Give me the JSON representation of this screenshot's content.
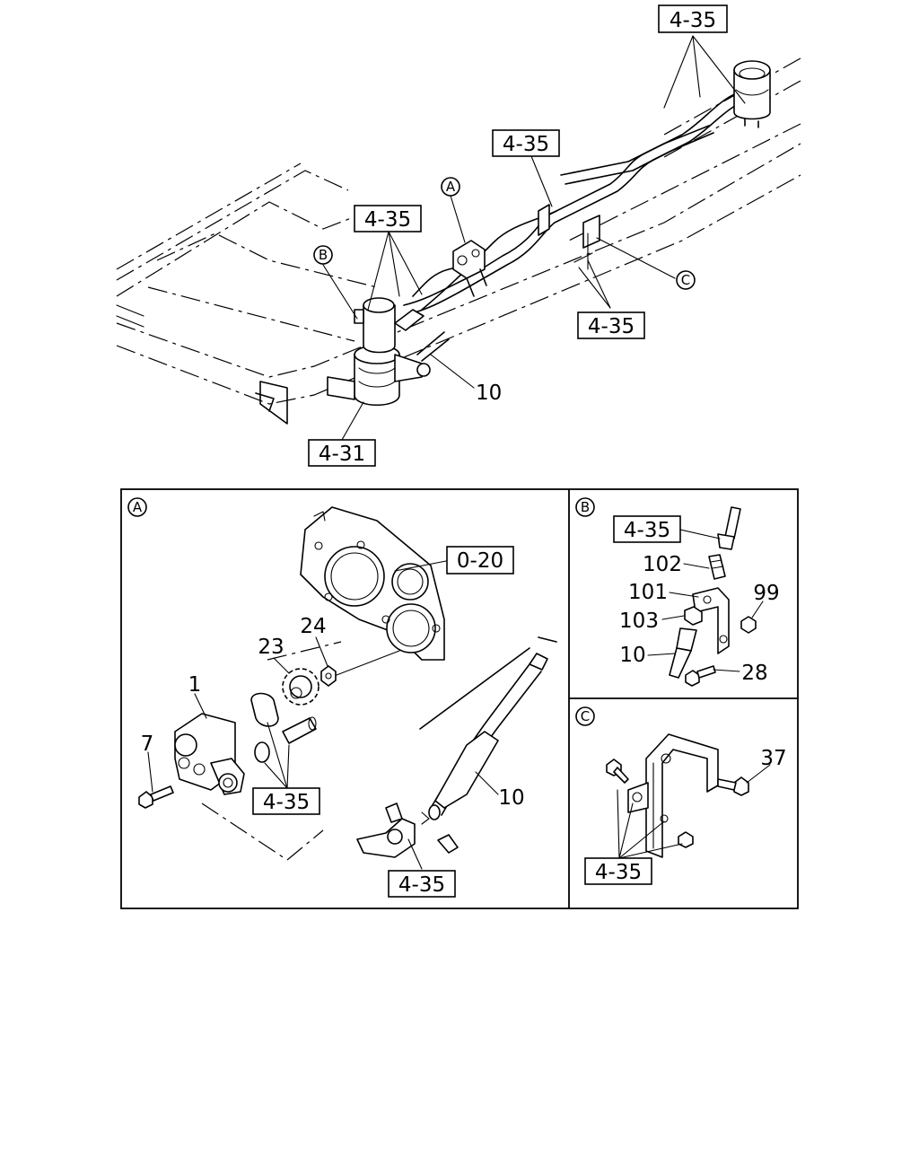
{
  "main_view": {
    "refs": {
      "r1": "4-35",
      "r2": "4-35",
      "r3": "4-35",
      "r4": "4-35",
      "r5": "4-31"
    },
    "parts": {
      "p10": "10"
    },
    "views": {
      "a": "A",
      "b": "B",
      "c": "C"
    }
  },
  "detail_a": {
    "badge": "A",
    "refs": {
      "r1": "0-20",
      "r2": "4-35",
      "r3": "4-35"
    },
    "parts": {
      "p1": "1",
      "p7": "7",
      "p23": "23",
      "p24": "24",
      "p10": "10"
    }
  },
  "detail_b": {
    "badge": "B",
    "refs": {
      "r1": "4-35"
    },
    "parts": {
      "p102": "102",
      "p101": "101",
      "p99": "99",
      "p103": "103",
      "p10": "10",
      "p28": "28"
    }
  },
  "detail_c": {
    "badge": "C",
    "refs": {
      "r1": "4-35"
    },
    "parts": {
      "p37": "37"
    }
  }
}
